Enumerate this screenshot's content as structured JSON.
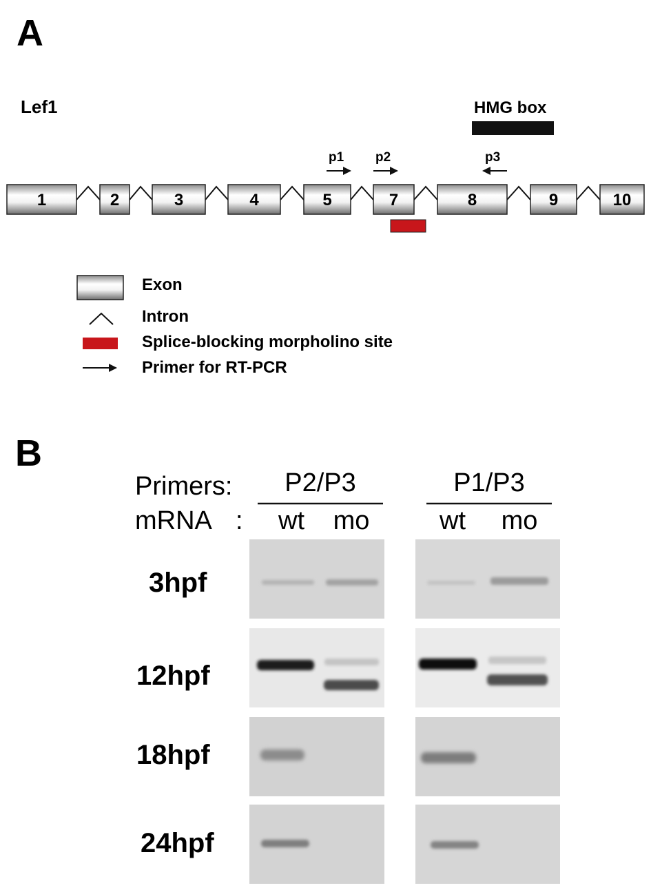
{
  "panel_a": {
    "letter": "A",
    "gene": "Lef1",
    "domain_label": "HMG box",
    "exons": [
      "1",
      "2",
      "3",
      "4",
      "5",
      "7",
      "8",
      "9",
      "10"
    ],
    "primers": [
      "p1",
      "p2",
      "p3"
    ],
    "legend": [
      {
        "key": "exon",
        "label": "Exon"
      },
      {
        "key": "intron",
        "label": "Intron"
      },
      {
        "key": "morpholino",
        "label": "Splice-blocking morpholino site"
      },
      {
        "key": "primer",
        "label": "Primer for RT-PCR"
      }
    ],
    "colors": {
      "morpholino": "#c8161b",
      "hmg_box": "#111111"
    }
  },
  "panel_b": {
    "letter": "B",
    "primers_label": "Primers:",
    "mrna_label": "mRNA",
    "colon": ":",
    "groups": [
      {
        "name": "P2/P3",
        "lanes": [
          "wt",
          "mo"
        ]
      },
      {
        "name": "P1/P3",
        "lanes": [
          "wt",
          "mo"
        ]
      }
    ],
    "rows": [
      "3hpf",
      "12hpf",
      "18hpf",
      "24hpf"
    ]
  }
}
